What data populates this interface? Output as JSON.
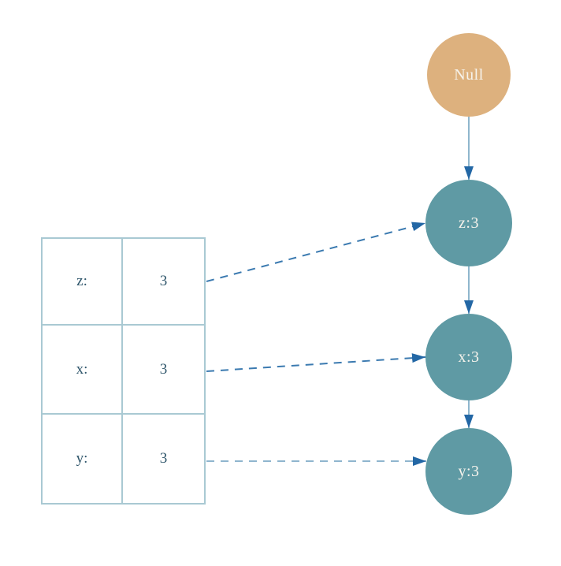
{
  "nodes": [
    {
      "id": "null",
      "label": "Null"
    },
    {
      "id": "z",
      "label": "z:3"
    },
    {
      "id": "x",
      "label": "x:3"
    },
    {
      "id": "y",
      "label": "y:3"
    }
  ],
  "table": {
    "rows": [
      {
        "name": "z:",
        "value": "3"
      },
      {
        "name": "x:",
        "value": "3"
      },
      {
        "name": "y:",
        "value": "3"
      }
    ]
  },
  "colors": {
    "background": "#ffffff",
    "null_node_fill": "#ddb17e",
    "value_node_fill": "#5f9aa4",
    "node_text": "#f6f3ec",
    "solid_edge": "#8fb6cd",
    "arrowhead": "#2367a5",
    "dashed_edge_dark": "#3b7ab0",
    "dashed_edge_light": "#8fb5ce",
    "table_border": "#a9c9d3",
    "table_text": "#2f566b"
  }
}
